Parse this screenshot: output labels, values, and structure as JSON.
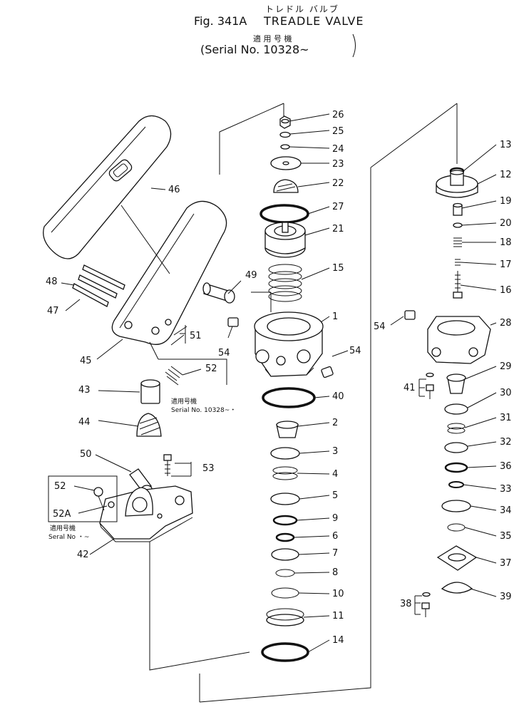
{
  "header": {
    "title_jp": "トレドル バルブ",
    "fig_label": "Fig. 341A",
    "title_en": "TREADLE VALVE",
    "applicable_jp": "適 用 号 機",
    "serial": "(Serial No. 10328~"
  },
  "callouts": {
    "p1": "1",
    "p2": "2",
    "p3": "3",
    "p4": "4",
    "p5": "5",
    "p6": "6",
    "p7": "7",
    "p8": "8",
    "p9": "9",
    "p10": "10",
    "p11": "11",
    "p12": "12",
    "p13": "13",
    "p14": "14",
    "p15": "15",
    "p16": "16",
    "p17": "17",
    "p18": "18",
    "p19": "19",
    "p20": "20",
    "p21": "21",
    "p22": "22",
    "p23": "23",
    "p24": "24",
    "p25": "25",
    "p26": "26",
    "p27": "27",
    "p28": "28",
    "p29": "29",
    "p30": "30",
    "p31": "31",
    "p32": "32",
    "p33": "33",
    "p34": "34",
    "p35": "35",
    "p36": "36",
    "p37": "37",
    "p38": "38",
    "p39": "39",
    "p40": "40",
    "p41": "41",
    "p42": "42",
    "p43": "43",
    "p44": "44",
    "p45": "45",
    "p46": "46",
    "p47": "47",
    "p48": "48",
    "p49": "49",
    "p50": "50",
    "p51": "51",
    "p52": "52",
    "p53": "53",
    "p52a": "52A",
    "p54a": "54",
    "p54b": "54",
    "p54c": "54",
    "p52b": "52"
  },
  "notes": {
    "serial_note_1_jp": "適用号機",
    "serial_note_1": "Serial No. 10328~・",
    "serial_note_2_jp": "適用号機",
    "serial_note_2": "Seral No ・~"
  }
}
